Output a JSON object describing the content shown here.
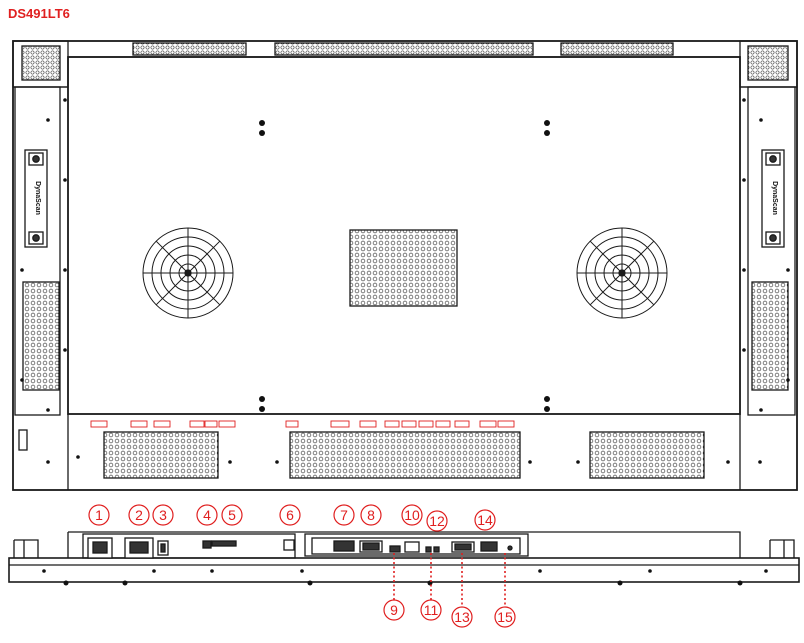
{
  "model": "DS491LT6",
  "brand_label": "DynaScan",
  "accent_color": "#e02020",
  "line_color": "#1a1a1a",
  "callouts_top": [
    "1",
    "2",
    "3",
    "4",
    "5",
    "6",
    "7",
    "8",
    "10",
    "12",
    "14"
  ],
  "callouts_bottom": [
    "9",
    "11",
    "13",
    "15"
  ]
}
